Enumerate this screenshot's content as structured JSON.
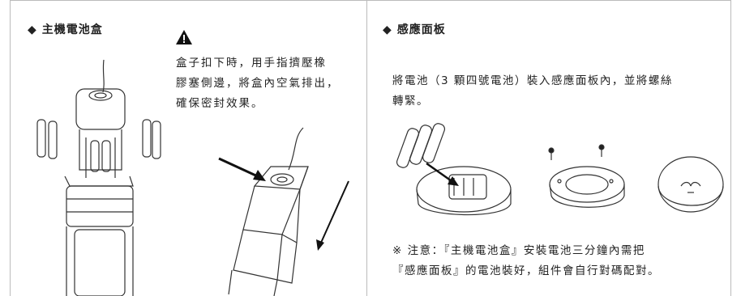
{
  "left_section": {
    "title_marker": "◆",
    "title": "主機電池盒",
    "warning_lines": [
      "盒子扣下時，用手指擠壓橡",
      "膠塞側邊，將盒內空氣排出，",
      "確保密封效果。"
    ]
  },
  "right_section": {
    "title_marker": "◆",
    "title": "感應面板",
    "instruction_lines": [
      "將電池（3 顆四號電池）裝入感應面板內，並將螺絲",
      "轉緊。"
    ],
    "note_lines": [
      "※ 注意：『主機電池盒』安裝電池三分鐘內需把",
      "『感應面板』的電池裝好，組件會自行對碼配對。"
    ]
  },
  "icons": [
    "warning-icon",
    "battery-box-exploded-illustration",
    "battery-box-sealed-illustration",
    "sensor-panel-battery-illustration",
    "sensor-panel-base-illustration",
    "sensor-panel-cover-illustration"
  ]
}
